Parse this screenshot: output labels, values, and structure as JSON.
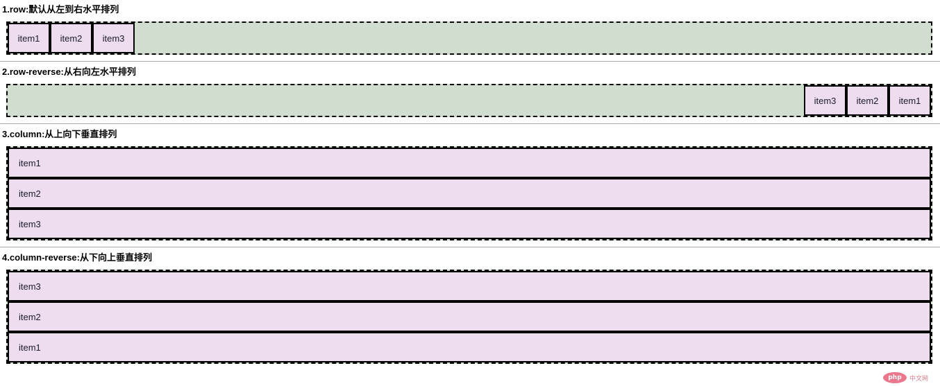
{
  "page": {
    "background_color": "#ffffff",
    "item_bg_color": "#eeddee",
    "container_bg_color": "#cfdece",
    "border_color": "#000000",
    "divider_color": "#a9a9a9"
  },
  "sections": [
    {
      "title": "1.row:默认从左到右水平排列",
      "direction": "row",
      "items": [
        "item1",
        "item2",
        "item3"
      ],
      "has_divider": true
    },
    {
      "title": "2.row-reverse:从右向左水平排列",
      "direction": "row-reverse",
      "items": [
        "item1",
        "item2",
        "item3"
      ],
      "has_divider": true
    },
    {
      "title": "3.column:从上向下垂直排列",
      "direction": "column",
      "items": [
        "item1",
        "item2",
        "item3"
      ],
      "has_divider": true
    },
    {
      "title": "4.column-reverse:从下向上垂直排列",
      "direction": "column-reverse",
      "items": [
        "item1",
        "item2",
        "item3"
      ],
      "has_divider": false
    }
  ],
  "watermark": {
    "badge": "php",
    "text": "中文网"
  }
}
